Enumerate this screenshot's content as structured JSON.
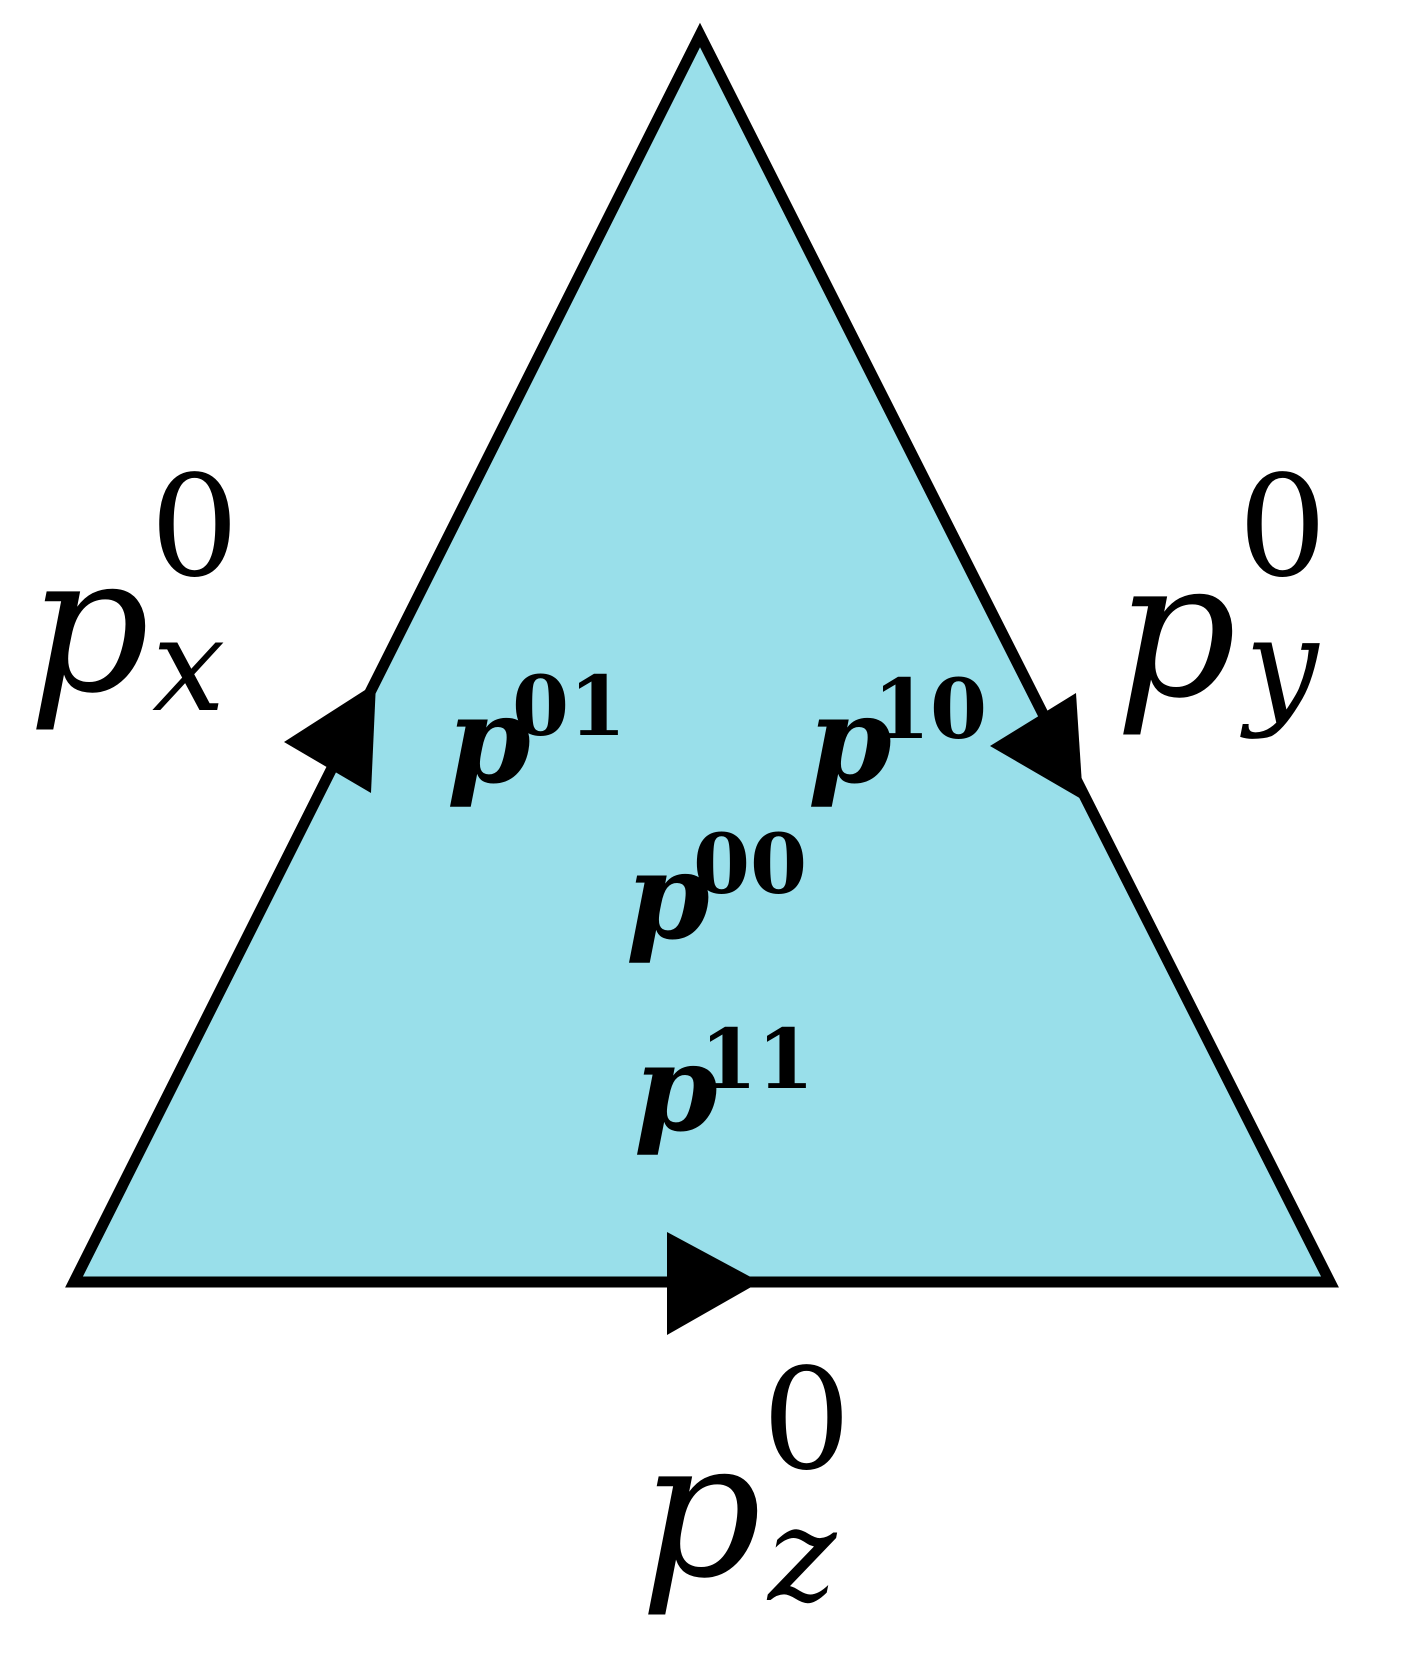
{
  "colors": {
    "face_fill": "#99dfea",
    "edge_stroke": "#000000",
    "background": "#ffffff"
  },
  "edges": {
    "left": {
      "base": "p",
      "sup": "0",
      "sub": "x"
    },
    "right": {
      "base": "p",
      "sup": "0",
      "sub": "y"
    },
    "bottom": {
      "base": "p",
      "sup": "0",
      "sub": "z"
    }
  },
  "face_labels": [
    {
      "base": "p",
      "sup": "01"
    },
    {
      "base": "p",
      "sup": "10"
    },
    {
      "base": "p",
      "sup": "00"
    },
    {
      "base": "p",
      "sup": "11"
    }
  ]
}
